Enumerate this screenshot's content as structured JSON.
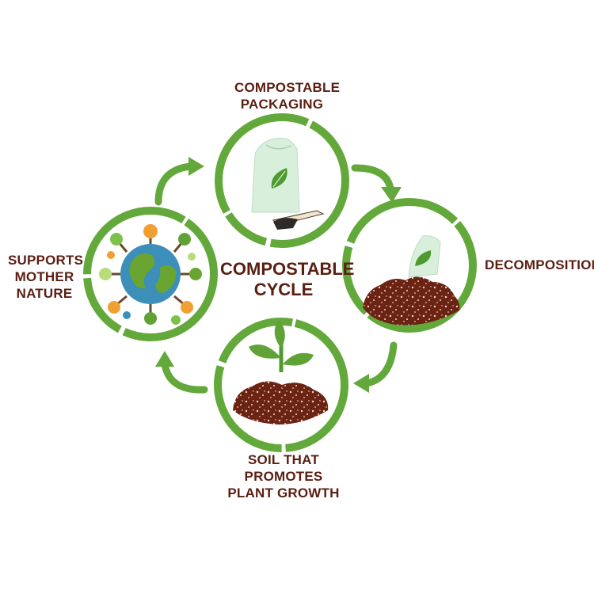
{
  "center": {
    "line1": "COMPOSTABLE",
    "line2": "CYCLE"
  },
  "steps": [
    {
      "line1": "COMPOSTABLE",
      "line2": "PACKAGING",
      "icon": "packaging-bag-icon"
    },
    {
      "line1": "DECOMPOSITION",
      "line2": "",
      "icon": "decomposing-bag-icon"
    },
    {
      "line1": "SOIL THAT PROMOTES",
      "line2": "PLANT GROWTH",
      "icon": "sprout-soil-icon"
    },
    {
      "line1": "SUPPORTS",
      "line2": "MOTHER",
      "line3": "NATURE",
      "icon": "earth-trees-icon"
    }
  ],
  "colors": {
    "ring": "#63a83a",
    "label": "#5a1e12",
    "soil": "#6b2414",
    "leaf": "#5fa336",
    "bag": "#d8efdc"
  }
}
